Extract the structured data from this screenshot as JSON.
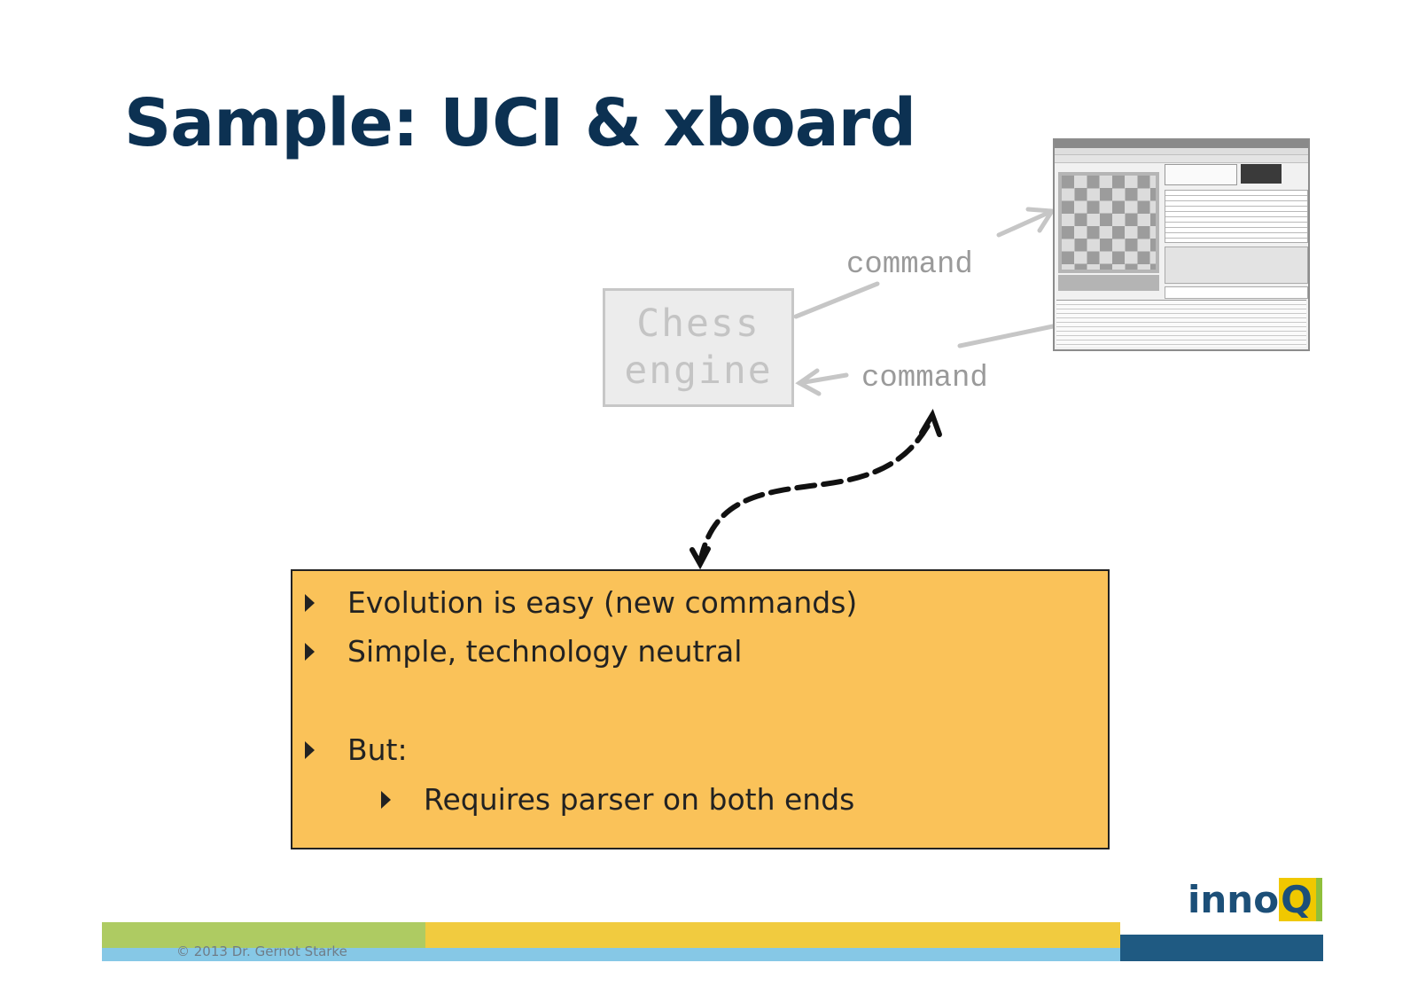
{
  "slide": {
    "title": "Sample: UCI & xboard",
    "copyright": "© 2013 Dr. Gernot Starke"
  },
  "diagram": {
    "engine_label": "Chess\nengine",
    "command_top": "command",
    "command_bottom": "command",
    "gui_screenshot_icon": "chess-gui-screenshot"
  },
  "notes": {
    "bullets": [
      "Evolution is easy (new commands)",
      "Simple, technology neutral",
      "But:",
      "Requires parser on both ends"
    ]
  },
  "logo": {
    "main": "inno",
    "accent": "Q"
  },
  "colors": {
    "title": "#0c3152",
    "note_box": "#fac259",
    "footer_green": "#aecb62",
    "footer_yellow": "#f1cb3f",
    "footer_blue": "#86c8e6",
    "footer_dark": "#1f5a82"
  }
}
